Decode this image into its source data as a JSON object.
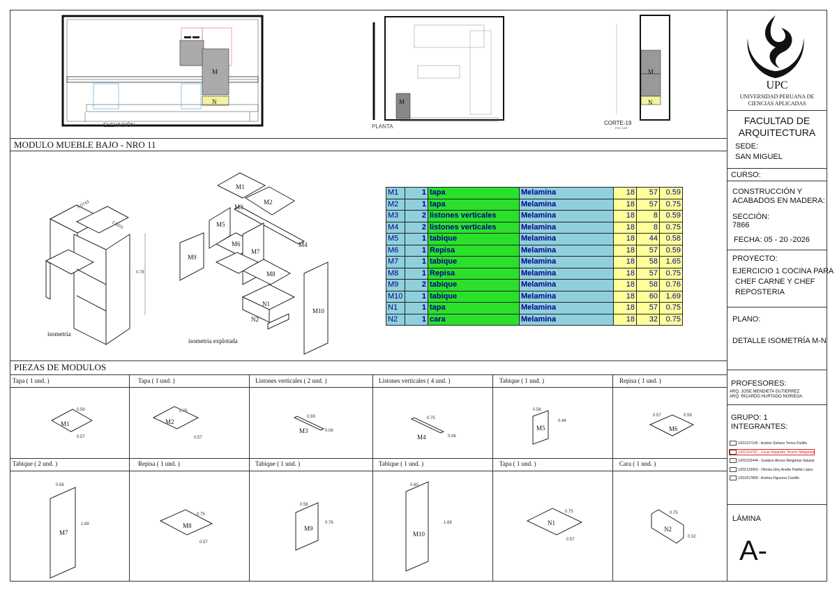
{
  "drawings": {
    "elevation_label": "ELEVACIÓN",
    "plan_label": "PLANTA",
    "section_label": "CORTE-19",
    "section_scale": "ESC 1/25",
    "tag_m": "M",
    "tag_n": "N"
  },
  "module_title": "MODULO MUEBLE BAJO - NRO 11",
  "iso": {
    "label": "isometria",
    "exploded_label": "isometria explotada",
    "dim_a": "0.0743",
    "dim_b": "2.6011",
    "dim_h": "0.78"
  },
  "exploded_tags": [
    "M1",
    "M2",
    "M3",
    "M4",
    "M5",
    "M6",
    "M7",
    "M8",
    "M9",
    "N1",
    "N2",
    "M10"
  ],
  "table": [
    {
      "id": "M1",
      "qty": "1",
      "name": "tapa",
      "material": "Melamina",
      "e": "18",
      "w": "57",
      "l": "0.59"
    },
    {
      "id": "M2",
      "qty": "1",
      "name": "tapa",
      "material": "Melamina",
      "e": "18",
      "w": "57",
      "l": "0.75"
    },
    {
      "id": "M3",
      "qty": "2",
      "name": "listones verticales",
      "material": "Melamina",
      "e": "18",
      "w": "8",
      "l": "0.59"
    },
    {
      "id": "M4",
      "qty": "2",
      "name": "listones verticales",
      "material": "Melamina",
      "e": "18",
      "w": "8",
      "l": "0.75"
    },
    {
      "id": "M5",
      "qty": "1",
      "name": "tabique",
      "material": "Melamina",
      "e": "18",
      "w": "44",
      "l": "0.58"
    },
    {
      "id": "M6",
      "qty": "1",
      "name": "Repisa",
      "material": "Melamina",
      "e": "18",
      "w": "57",
      "l": "0.59"
    },
    {
      "id": "M7",
      "qty": "1",
      "name": "tabique",
      "material": "Melamina",
      "e": "18",
      "w": "58",
      "l": "1.65"
    },
    {
      "id": "M8",
      "qty": "1",
      "name": "Repisa",
      "material": "Melamina",
      "e": "18",
      "w": "57",
      "l": "0.75"
    },
    {
      "id": "M9",
      "qty": "2",
      "name": "tabique",
      "material": "Melamina",
      "e": "18",
      "w": "58",
      "l": "0.76"
    },
    {
      "id": "M10",
      "qty": "1",
      "name": "tabique",
      "material": "Melamina",
      "e": "18",
      "w": "60",
      "l": "1.69"
    },
    {
      "id": "N1",
      "qty": "1",
      "name": "tapa",
      "material": "Melamina",
      "e": "18",
      "w": "57",
      "l": "0.75"
    },
    {
      "id": "N2",
      "qty": "1",
      "name": "cara",
      "material": "Melamina",
      "e": "18",
      "w": "32",
      "l": "0.75"
    }
  ],
  "pieces_title": "PIEZAS DE MODULOS",
  "pieces_row1": [
    {
      "label": "Tapa ( 1 und. )",
      "tag": "M1",
      "d1": "0.59",
      "d2": "0.57"
    },
    {
      "label": "Tapa ( 1 und. )",
      "tag": "M2",
      "d1": "0.75",
      "d2": "0.57"
    },
    {
      "label": "Listones verticales ( 2 und. )",
      "tag": "M3",
      "d1": "0.59",
      "d2": "0.08"
    },
    {
      "label": "Listones verticales ( 4 und. )",
      "tag": "M4",
      "d1": "0.75",
      "d2": "0.08"
    },
    {
      "label": "Tabique ( 1 und. )",
      "tag": "M5",
      "d1": "0.58",
      "d2": "0.44"
    },
    {
      "label": "Repisa  ( 1 und. )",
      "tag": "M6",
      "d1": "0.57",
      "d2": "0.59"
    }
  ],
  "pieces_row2": [
    {
      "label": "Tabique ( 2 und. )",
      "tag": "M7",
      "d1": "0.58",
      "d2": "1.69"
    },
    {
      "label": "Repisa ( 1 und. )",
      "tag": "M8",
      "d1": "0.75",
      "d2": "0.57"
    },
    {
      "label": "Tabique ( 1 und. )",
      "tag": "M9",
      "d1": "0.58",
      "d2": "0.76"
    },
    {
      "label": "Tabique ( 1 und. )",
      "tag": "M10",
      "d1": "0.60",
      "d2": "1.69"
    },
    {
      "label": "Tapa ( 1 und. )",
      "tag": "N1",
      "d1": "0.75",
      "d2": "0.57"
    },
    {
      "label": "Cara ( 1 und. )",
      "tag": "N2",
      "d1": "0.75",
      "d2": "0.32"
    }
  ],
  "sidebar": {
    "logo_text": "UPC",
    "university_line1": "UNIVERSIDAD PERUANA DE",
    "university_line2": "CIENCIAS APLICADAS",
    "faculty_line1": "FACULTAD DE",
    "faculty_line2": "ARQUITECTURA",
    "sede_label": "SEDE:",
    "sede_value": "SAN MIGUEL",
    "curso_label": "CURSO:",
    "curso_line1": "CONSTRUCCIÓN Y",
    "curso_line2": "ACABADOS EN MADERA:",
    "seccion_label": "SECCIÓN:",
    "seccion_value": "7866",
    "fecha": "FECHA: 05 - 20 -2026",
    "proyecto_label": "PROYECTO:",
    "proyecto_line1": "EJERCICIO 1 COCINA PARA",
    "proyecto_line2": "CHEF CARNE Y CHEF",
    "proyecto_line3": "REPOSTERIA",
    "plano_label": "PLANO:",
    "plano_value": "DETALLE ISOMETRÍA M-N",
    "profesores_label": "PROFESORES:",
    "profesor1": "ARQ. JOSE MENDIETA GUTIERREZ",
    "profesor2": "ARQ. RICARDO HURTADO NORIEGA",
    "grupo_label": "GRUPO: 1",
    "integrantes_label": "INTEGRANTES:",
    "members": [
      "U201917105 - Andrés Stefano Torres Padilla",
      "U202114797 - César Alejandro Tenorio Melgarejo",
      "U202223444 - Guidavo Alonso Melgarejo Salazar",
      "U202123963 - Olenka Giny Anette Padilla López",
      "U201817858 - Andrea Figueroa Castillo"
    ],
    "lamina_label": "LÁMINA",
    "lamina_value": "A-"
  },
  "colors": {
    "green": "#2be02b",
    "cyan": "#8fd0dc",
    "yellow": "#ffff99",
    "text_blue": "#00008b",
    "highlight_red": "#e02020"
  }
}
